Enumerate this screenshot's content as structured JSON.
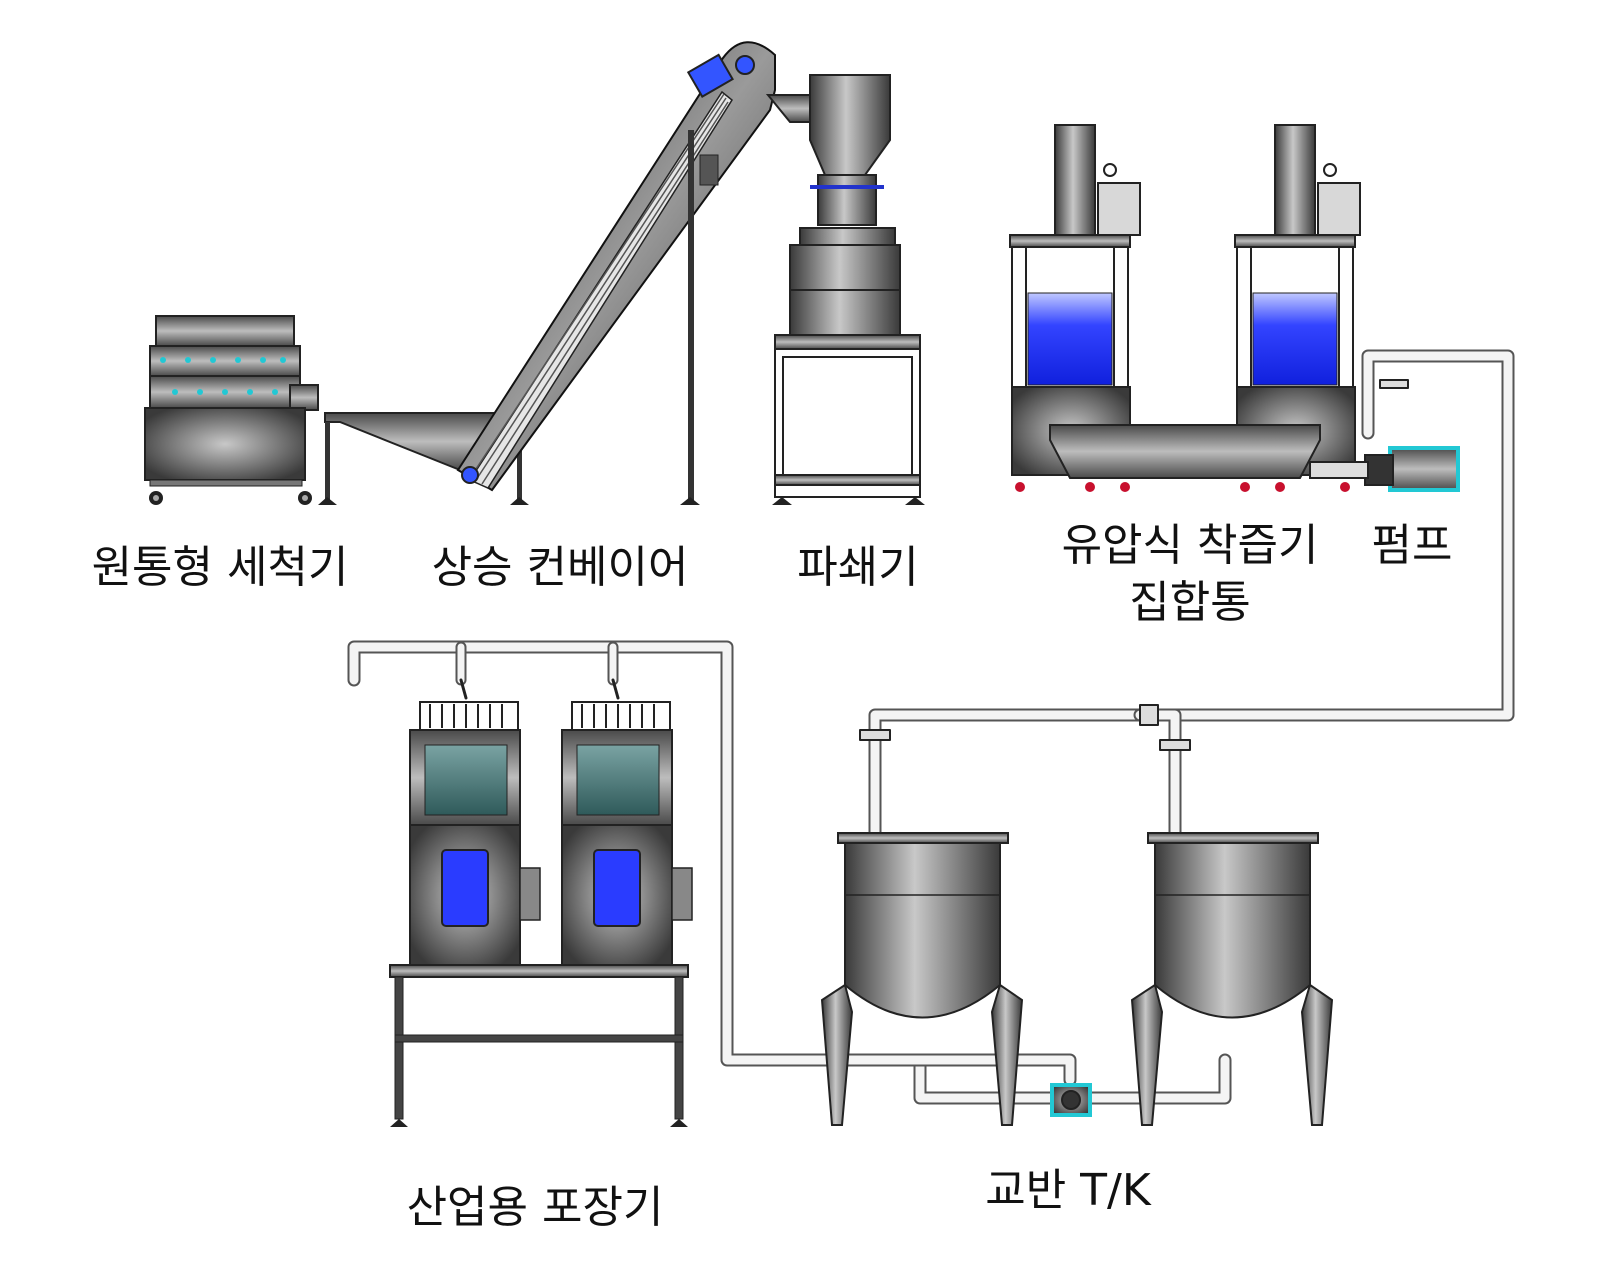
{
  "labels": {
    "washer": "원통형 세척기",
    "conveyor": "상승 컨베이어",
    "crusher": "파쇄기",
    "press": "유압식 착즙기",
    "pump": "펌프",
    "collector": "집합통",
    "packager": "산업용 포장기",
    "mixing_tank": "교반 T/K"
  },
  "colors": {
    "steel_dark": "#3c3c3c",
    "steel_mid": "#8a8a8a",
    "steel_light": "#d4d4d4",
    "blue": "#1a2eff",
    "cyan": "#22c8d4",
    "pipe": "#f2f2f2",
    "red": "#c8102e"
  }
}
